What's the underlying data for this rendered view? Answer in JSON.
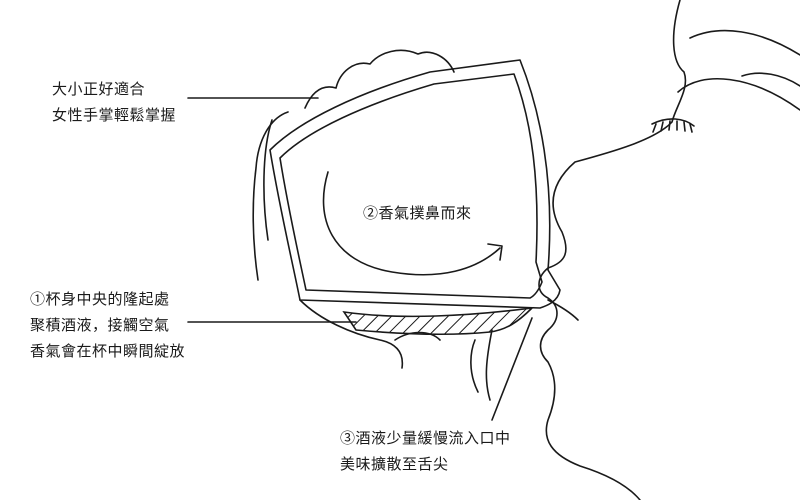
{
  "annotations": {
    "hand_grip": [
      "大小正好適合",
      "女性手掌輕鬆掌握"
    ],
    "aroma": [
      "②香氣撲鼻而來"
    ],
    "center_bulge": [
      "①杯身中央的隆起處",
      "聚積酒液，接觸空氣",
      "香氣會在杯中瞬間綻放"
    ],
    "tongue": [
      "③酒液少量緩慢流入口中",
      "美味擴散至舌尖"
    ]
  },
  "colors": {
    "line": "#1a1a1a",
    "background": "#ffffff"
  }
}
